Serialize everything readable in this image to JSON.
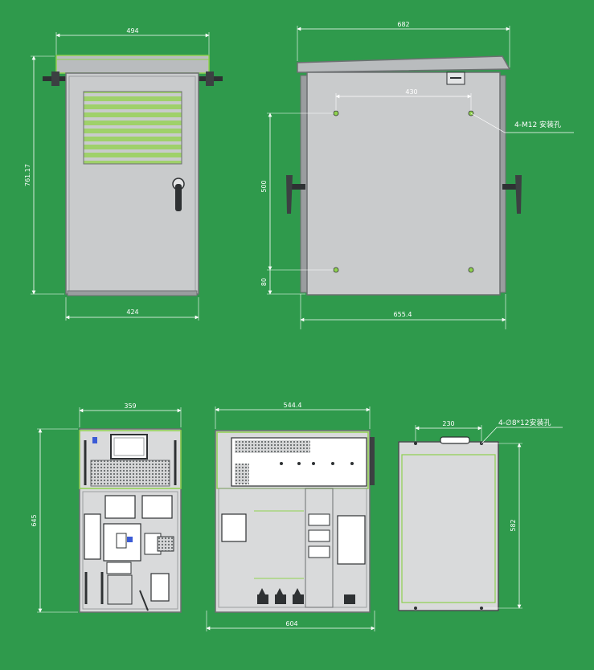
{
  "colors": {
    "background": "#2f9a4c",
    "dimension_line": "#ffffff",
    "cabinet_body": "#c9cbcc",
    "cabinet_edge": "#6d7072",
    "roof": "#b9bcbe",
    "highlight": "#8fd14f",
    "dark_part": "#2e3133"
  },
  "dimensions": {
    "front_width_top": "494",
    "front_height": "761.17",
    "front_width_bottom": "424",
    "rear_width_top": "682",
    "rear_hole_spacing_h": "430",
    "rear_hole_spacing_v": "500",
    "rear_bottom_offset": "80",
    "rear_width_bottom": "655.4",
    "interior_front_width": "359",
    "interior_height": "645",
    "side_width_top": "544.4",
    "side_width_bottom": "604",
    "base_hole_spacing": "230",
    "base_depth": "582"
  },
  "annotations": {
    "mount_holes": "4-M12 安装孔",
    "base_holes": "4-∅8*12安装孔"
  },
  "icons": {
    "handle": "door-handle-icon",
    "lock": "rotary-lock-icon"
  }
}
